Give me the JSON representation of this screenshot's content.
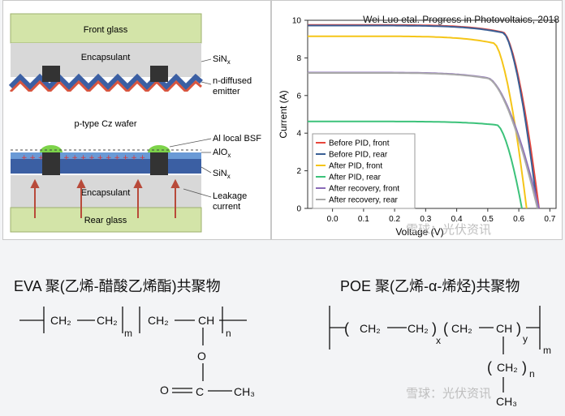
{
  "diagram": {
    "front_glass": "Front glass",
    "encapsulant_top": "Encapsulant",
    "sinx_top": "SiNx",
    "n_diffused_emitter": [
      "n-diffused",
      "emitter"
    ],
    "wafer": "p-type Cz wafer",
    "al_local_bsf": "Al local BSF",
    "alox": "AlOx",
    "sinx_bottom": "SiNx",
    "encapsulant_bottom": "Encapsulant",
    "leakage_current": [
      "Leakage",
      "current"
    ],
    "rear_glass": "Rear glass"
  },
  "chart_data": {
    "type": "line",
    "title": "Wei Luo etal. Progress in Photovoltaics, 2018",
    "xlabel": "Voltage (V)",
    "ylabel": "Current (A)",
    "xlim": [
      -0.08,
      0.72
    ],
    "ylim": [
      0,
      10
    ],
    "xticks": [
      "0.0",
      "0.1",
      "0.2",
      "0.3",
      "0.4",
      "0.5",
      "0.6",
      "0.7"
    ],
    "yticks": [
      "0",
      "2",
      "4",
      "6",
      "8",
      "10"
    ],
    "legend_position": "bottom-left",
    "series": [
      {
        "name": "Before PID, front",
        "color": "#e8463c",
        "isc": 9.75,
        "voc": 0.665,
        "knee": 0.55
      },
      {
        "name": "Before PID, rear",
        "color": "#3a5f95",
        "isc": 9.72,
        "voc": 0.66,
        "knee": 0.55
      },
      {
        "name": "After PID, front",
        "color": "#f5c518",
        "isc": 9.15,
        "voc": 0.625,
        "knee": 0.52
      },
      {
        "name": "After PID, rear",
        "color": "#3cc27a",
        "isc": 4.62,
        "voc": 0.61,
        "knee": 0.53
      },
      {
        "name": "After recovery, front",
        "color": "#8a6bb8",
        "isc": 7.22,
        "voc": 0.665,
        "knee": 0.5
      },
      {
        "name": "After recovery, rear",
        "color": "#a9a9a9",
        "isc": 7.2,
        "voc": 0.66,
        "knee": 0.5
      }
    ]
  },
  "eva": {
    "title": "EVA 聚(乙烯-醋酸乙烯酯)共聚物",
    "ch2_a": "CH₂",
    "ch2_b": "CH₂",
    "ch2_c": "CH₂",
    "ch": "CH",
    "m": "m",
    "n": "n",
    "o": "O",
    "o2": "O",
    "c": "C",
    "ch3": "CH₃"
  },
  "poe": {
    "title": "POE 聚(乙烯-α-烯烃)共聚物",
    "ch2_a": "CH₂",
    "ch2_b": "CH₂",
    "ch2_c": "CH₂",
    "ch": "CH",
    "x": "x",
    "y": "y",
    "m": "m",
    "n": "n",
    "ch2_side": "CH₂",
    "ch3": "CH₃"
  },
  "watermarks": [
    "雪球：光伏资讯",
    "雪球：光伏资讯"
  ]
}
